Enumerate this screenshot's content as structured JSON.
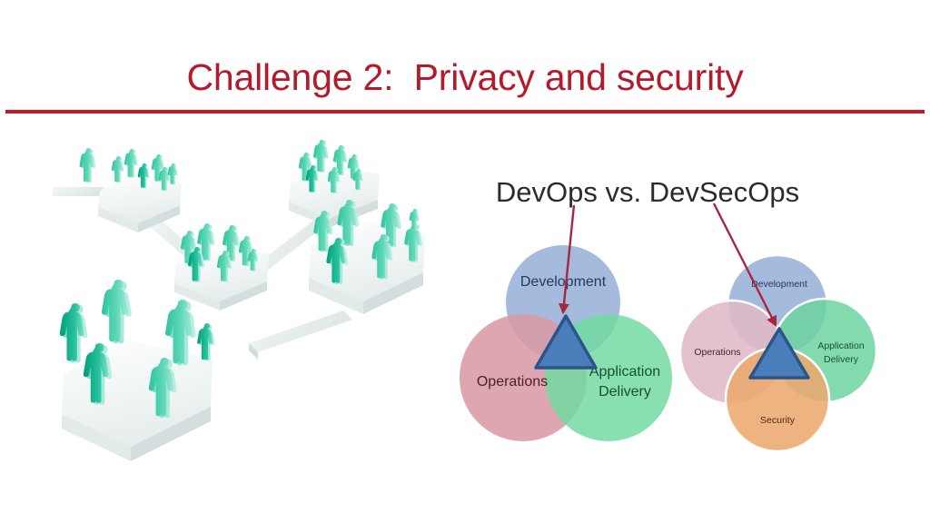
{
  "slide": {
    "title": "Challenge 2:  Privacy and security",
    "title_color": "#B5192C",
    "rule_color": "#C0192B",
    "background_color": "#ffffff"
  },
  "illustration": {
    "name": "networked-teams-isometric",
    "description": "Isometric teal people figures standing on connected white hexagonal platforms",
    "figure_colors": {
      "dark_teal": "#00A383",
      "mid_teal": "#2FC3A0",
      "light_teal": "#6FDBBA",
      "pale_teal": "#A8E8D6"
    },
    "platform_colors": {
      "top": "#F4F7F7",
      "side": "#DDE6E6",
      "bridge": "#E9EFEF"
    }
  },
  "venn": {
    "heading": "DevOps vs. DevSecOps",
    "heading_color": "#2B2B2B",
    "arrow_color": "#A8273F",
    "triangle": {
      "fill": "#4A7EBB",
      "stroke": "#2C5488"
    },
    "devops": {
      "name": "DevOps",
      "circles": [
        {
          "label": "Development",
          "color": "#9CB5DA",
          "text_color": "#243A5C",
          "position": "top"
        },
        {
          "label": "Operations",
          "color": "#D99AA5",
          "text_color": "#4A1F26",
          "position": "left"
        },
        {
          "label": "Application\nDelivery",
          "color": "#73D9A2",
          "text_color": "#14532B",
          "position": "right"
        }
      ]
    },
    "devsecops": {
      "name": "DevSecOps",
      "circles": [
        {
          "label": "Development",
          "color": "#9CB5DA",
          "text_color": "#243A5C",
          "position": "top"
        },
        {
          "label": "Operations",
          "color": "#E3BECA",
          "text_color": "#3D2730",
          "position": "left"
        },
        {
          "label": "Application\nDelivery",
          "color": "#6DD3A0",
          "text_color": "#14532B",
          "position": "right"
        },
        {
          "label": "Security",
          "color": "#EAA96F",
          "text_color": "#4A2C12",
          "position": "bottom"
        }
      ]
    },
    "labels": {
      "left_development": "Development",
      "left_operations": "Operations",
      "left_app_line1": "Application",
      "left_app_line2": "Delivery",
      "right_development": "Development",
      "right_operations": "Operations",
      "right_app_line1": "Application",
      "right_app_line2": "Delivery",
      "right_security": "Security"
    }
  }
}
